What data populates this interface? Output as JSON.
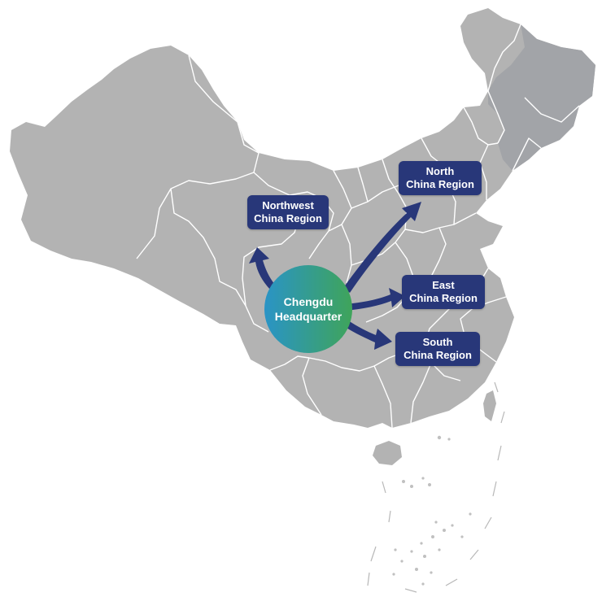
{
  "colors": {
    "land": "#b3b3b3",
    "land_dark": "#a2a4a8",
    "border": "#ffffff",
    "label_bg": "#283779",
    "arrow": "#283779",
    "hq_gradient_start": "#2a94c6",
    "hq_gradient_end": "#3fa45a"
  },
  "headquarters": {
    "line1": "Chengdu",
    "line2": "Headquarter"
  },
  "regions": {
    "northwest": {
      "line1": "Northwest",
      "line2": "China Region"
    },
    "north": {
      "line1": "North",
      "line2": "China Region"
    },
    "east": {
      "line1": "East",
      "line2": "China Region"
    },
    "south": {
      "line1": "South",
      "line2": "China Region"
    }
  }
}
